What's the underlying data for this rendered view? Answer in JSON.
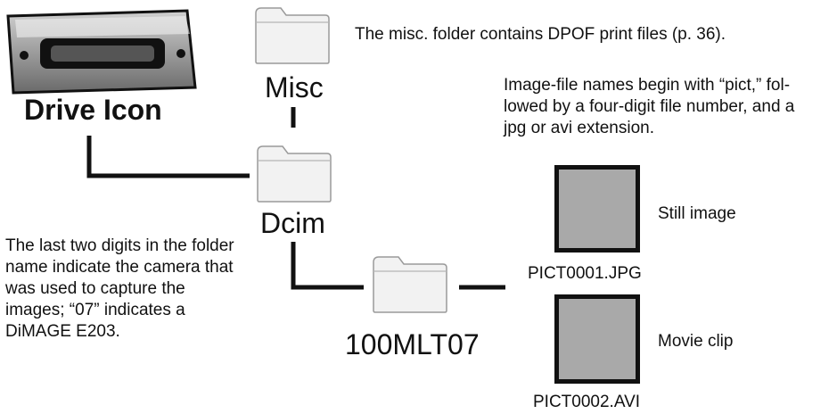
{
  "drive": {
    "label": "Drive Icon",
    "icon": "drive-icon"
  },
  "folders": {
    "misc": {
      "label": "Misc",
      "icon": "folder-icon"
    },
    "dcim": {
      "label": "Dcim",
      "icon": "folder-icon"
    },
    "sub": {
      "label": "100MLT07",
      "icon": "folder-icon"
    }
  },
  "notes": {
    "misc": "The misc. folder contains DPOF print files (p. 36).",
    "filenames": [
      "Image-file names begin with “pict,” fol-",
      "lowed by a four-digit file number, and a",
      "jpg or avi extension."
    ],
    "foldername": [
      "The last two digits in the folder",
      "name indicate the camera that",
      "was used to capture the",
      "images; “07” indicates a",
      "DiMAGE E203."
    ]
  },
  "files": [
    {
      "name": "PICT0001.JPG",
      "caption": "Still image",
      "thumb_color": "#a9a9a9"
    },
    {
      "name": "PICT0002.AVI",
      "caption": "Movie clip",
      "thumb_color": "#a9a9a9"
    }
  ],
  "colors": {
    "line": "#111111",
    "thumb": "#a9a9a9",
    "folder": "#f2f2f2"
  }
}
